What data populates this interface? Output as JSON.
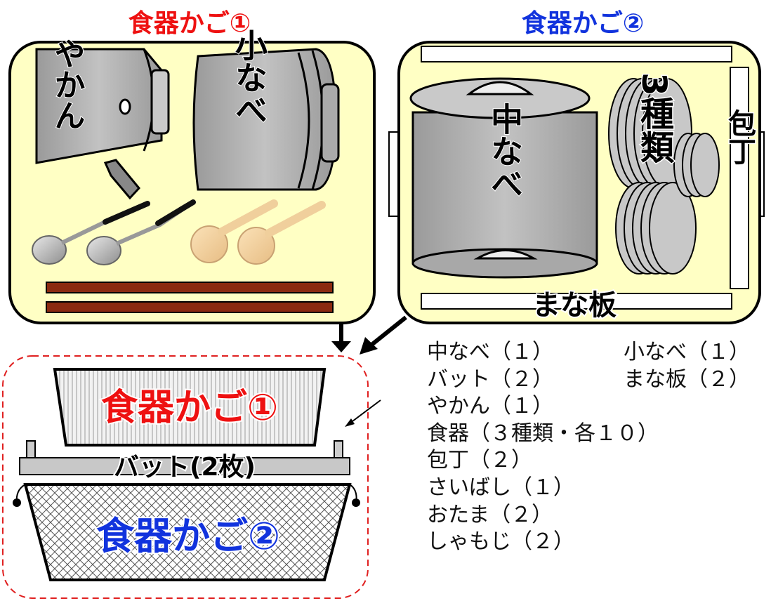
{
  "basket1": {
    "title": "食器かご①",
    "kettle": "やかん",
    "small_pot": "小なべ",
    "title_color": "#ee1111"
  },
  "basket2": {
    "title": "食器かご②",
    "medium_pot": "中なべ",
    "dishes": "3種類",
    "knife": "包丁",
    "board": "まな板",
    "title_color": "#1133dd"
  },
  "stack": {
    "basket1_label": "食器かご①",
    "tray_label": "バット(2枚)",
    "basket2_label": "食器かご②"
  },
  "inventory": [
    {
      "left": "中なべ（１）",
      "right": "小なべ（１）"
    },
    {
      "left": "バット（２）",
      "right": "まな板（２）"
    },
    {
      "left": "やかん（１）"
    },
    {
      "left": "食器（３種類・各１０）"
    },
    {
      "left": "包丁（２）"
    },
    {
      "left": "さいばし（１）"
    },
    {
      "left": "おたま（２）"
    },
    {
      "left": "しゃもじ（２）"
    }
  ]
}
